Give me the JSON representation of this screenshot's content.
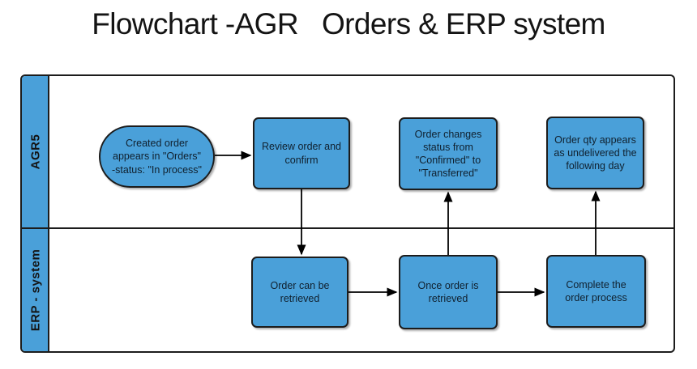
{
  "title": "Flowchart -AGR   Orders & ERP system",
  "colors": {
    "shape_fill": "#4AA0D9",
    "shape_border": "#1c1c1c",
    "edge_color": "#000000",
    "background": "#ffffff"
  },
  "lanes": [
    {
      "label": "AGR5"
    },
    {
      "label": "ERP - system"
    }
  ],
  "nodes": [
    {
      "id": "created-order",
      "type": "terminator",
      "lane": "AGR5",
      "label": "Created order\nappears in \"Orders\"\n-status: \"In process\""
    },
    {
      "id": "review-order",
      "type": "process",
      "lane": "AGR5",
      "label": "Review order and\nconfirm"
    },
    {
      "id": "order-changes-status",
      "type": "process",
      "lane": "AGR5",
      "label": "Order changes\nstatus from\n\"Confirmed\" to\n\"Transferred\""
    },
    {
      "id": "order-qty-appears",
      "type": "process",
      "lane": "AGR5",
      "label": "Order qty appears\nas undelivered the\nfollowing day"
    },
    {
      "id": "order-can-be-retrieved",
      "type": "process",
      "lane": "ERP - system",
      "label": "Order can be\nretrieved"
    },
    {
      "id": "once-order-retrieved",
      "type": "process",
      "lane": "ERP - system",
      "label": "Once order is\nretrieved"
    },
    {
      "id": "complete-order-process",
      "type": "process",
      "lane": "ERP - system",
      "label": "Complete the\norder process"
    }
  ],
  "edges": [
    {
      "from": "created-order",
      "to": "review-order"
    },
    {
      "from": "review-order",
      "to": "order-can-be-retrieved"
    },
    {
      "from": "order-can-be-retrieved",
      "to": "once-order-retrieved"
    },
    {
      "from": "once-order-retrieved",
      "to": "order-changes-status"
    },
    {
      "from": "once-order-retrieved",
      "to": "complete-order-process"
    },
    {
      "from": "complete-order-process",
      "to": "order-qty-appears"
    }
  ]
}
